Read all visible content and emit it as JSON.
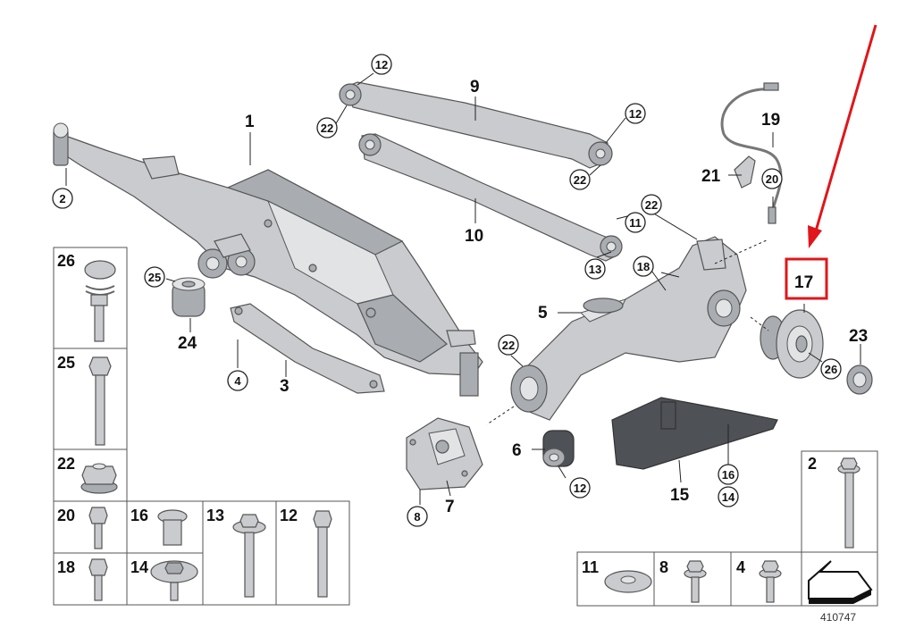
{
  "labels": {
    "l1": "1",
    "l3": "3",
    "l5": "5",
    "l6": "6",
    "l7": "7",
    "l9": "9",
    "l10": "10",
    "l15": "15",
    "l17": "17",
    "l19": "19",
    "l21": "21",
    "l23": "23",
    "l24": "24"
  },
  "callouts": {
    "c2": "2",
    "c4": "4",
    "c8": "8",
    "c11": "11",
    "c12a": "12",
    "c12b": "12",
    "c12c": "12",
    "c13": "13",
    "c14": "14",
    "c16": "16",
    "c18": "18",
    "c20": "20",
    "c22a": "22",
    "c22b": "22",
    "c22c": "22",
    "c22d": "22",
    "c25": "25",
    "c26": "26"
  },
  "fastener_boxes": {
    "b26": "26",
    "b25": "25",
    "b22": "22",
    "b20": "20",
    "b16": "16",
    "b13": "13",
    "b12": "12",
    "b18": "18",
    "b14": "14",
    "b11": "11",
    "b8": "8",
    "b4": "4",
    "b2": "2"
  },
  "reference_number": "410747",
  "colors": {
    "highlight": "#e0161a",
    "part": "#c9cbce",
    "dark_part": "#4e5156"
  },
  "highlighted_part": "17"
}
